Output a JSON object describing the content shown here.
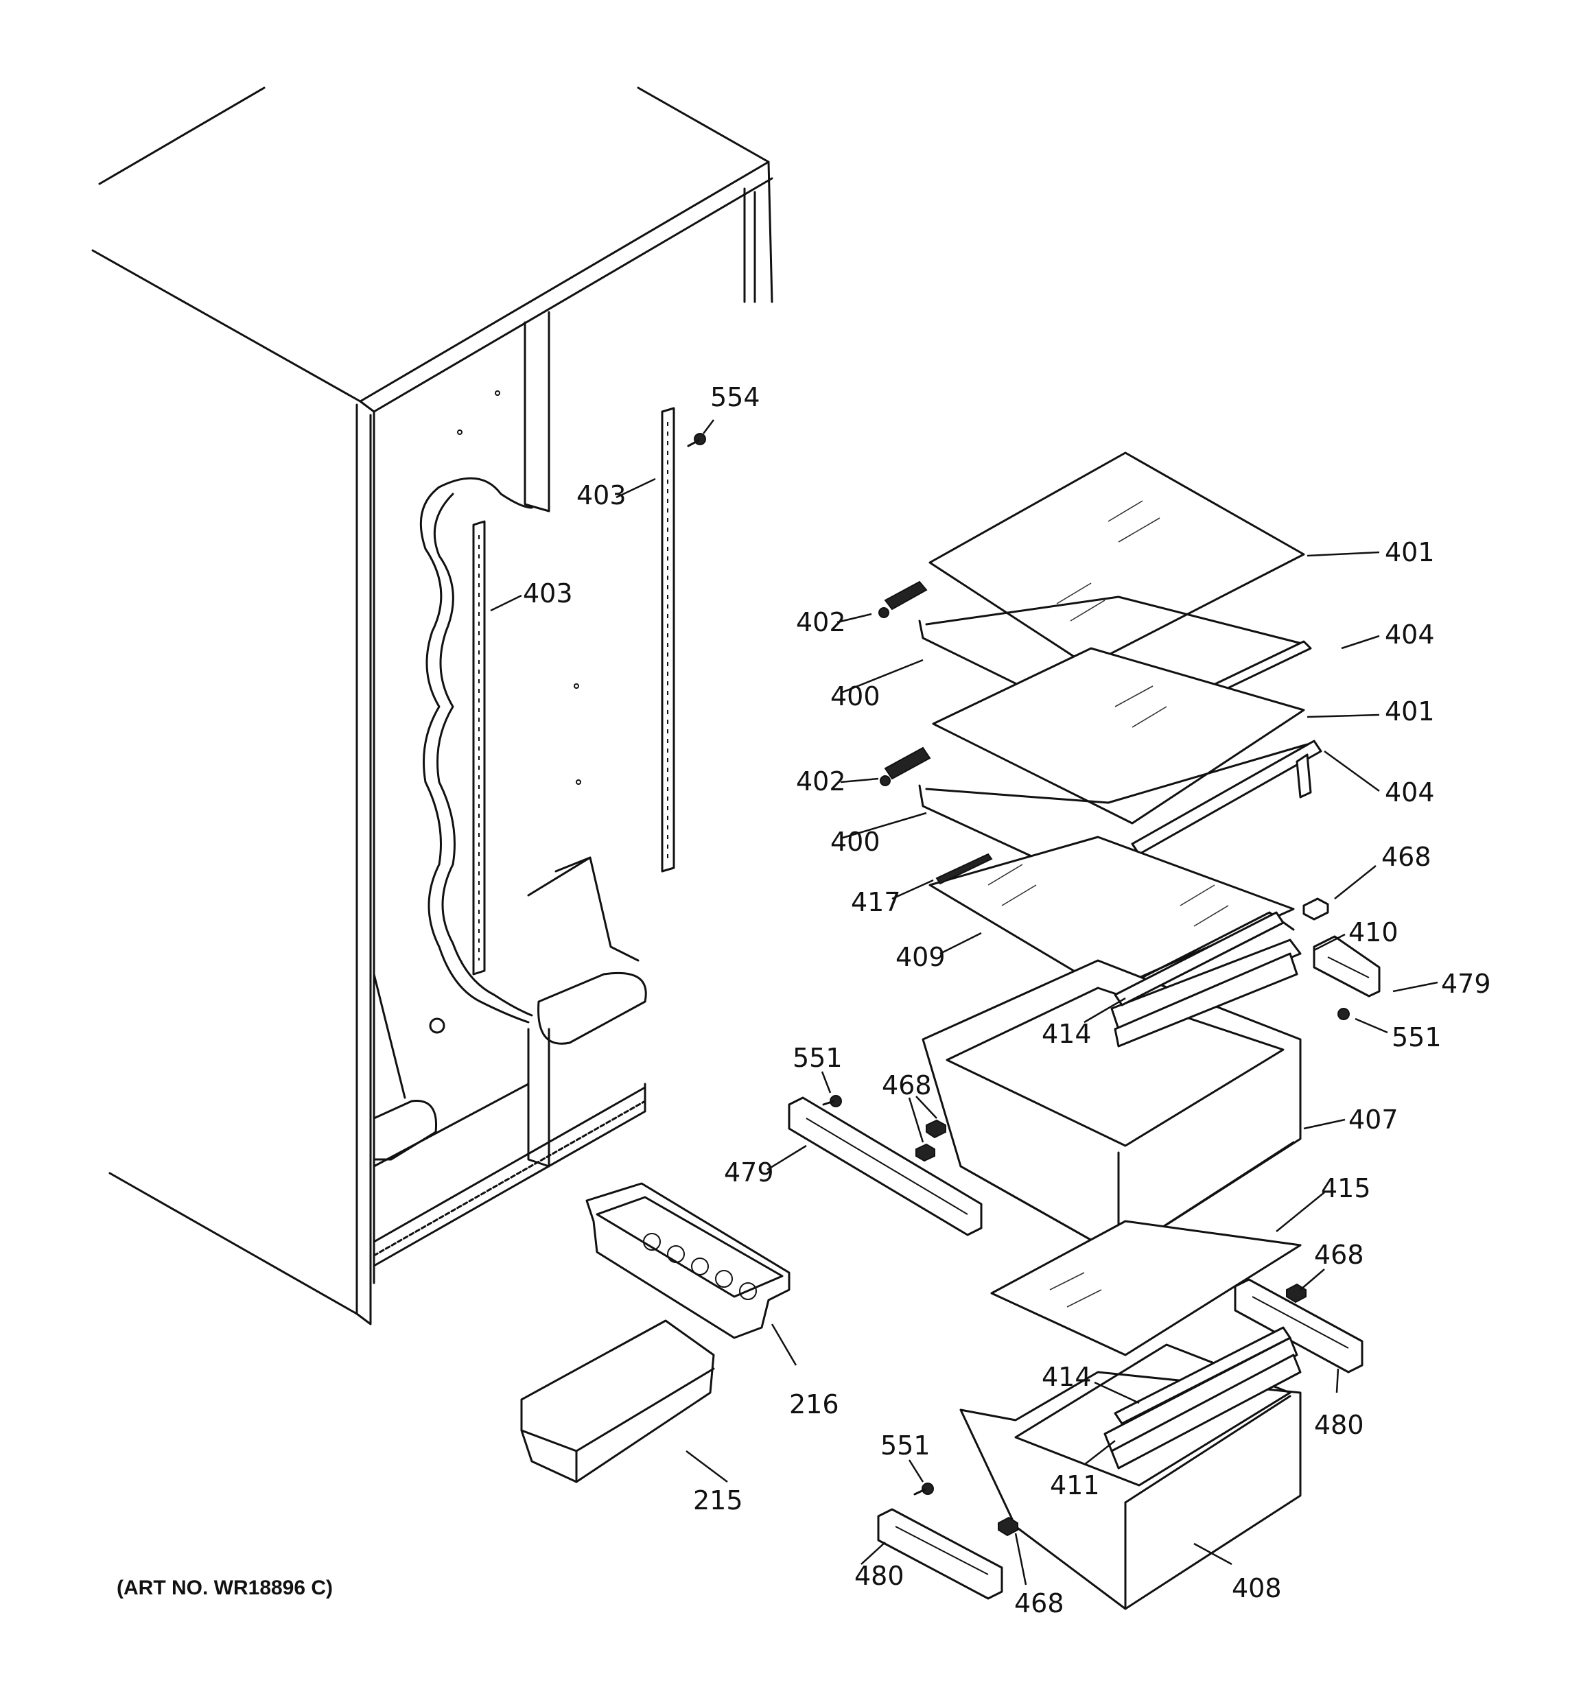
{
  "art_number": "(ART NO. WR18896 C)",
  "callouts": {
    "c554": "554",
    "c403a": "403",
    "c403b": "403",
    "c401a": "401",
    "c402a": "402",
    "c404a": "404",
    "c400a": "400",
    "c401b": "401",
    "c402b": "402",
    "c404b": "404",
    "c400b": "400",
    "c468a": "468",
    "c417": "417",
    "c410": "410",
    "c409": "409",
    "c479a": "479",
    "c414a": "414",
    "c551a": "551",
    "c551b": "551",
    "c468b": "468",
    "c407": "407",
    "c479b": "479",
    "c415": "415",
    "c468c": "468",
    "c216": "216",
    "c414b": "414",
    "c480a": "480",
    "c551c": "551",
    "c215": "215",
    "c411": "411",
    "c480b": "480",
    "c468d": "468",
    "c408": "408"
  }
}
